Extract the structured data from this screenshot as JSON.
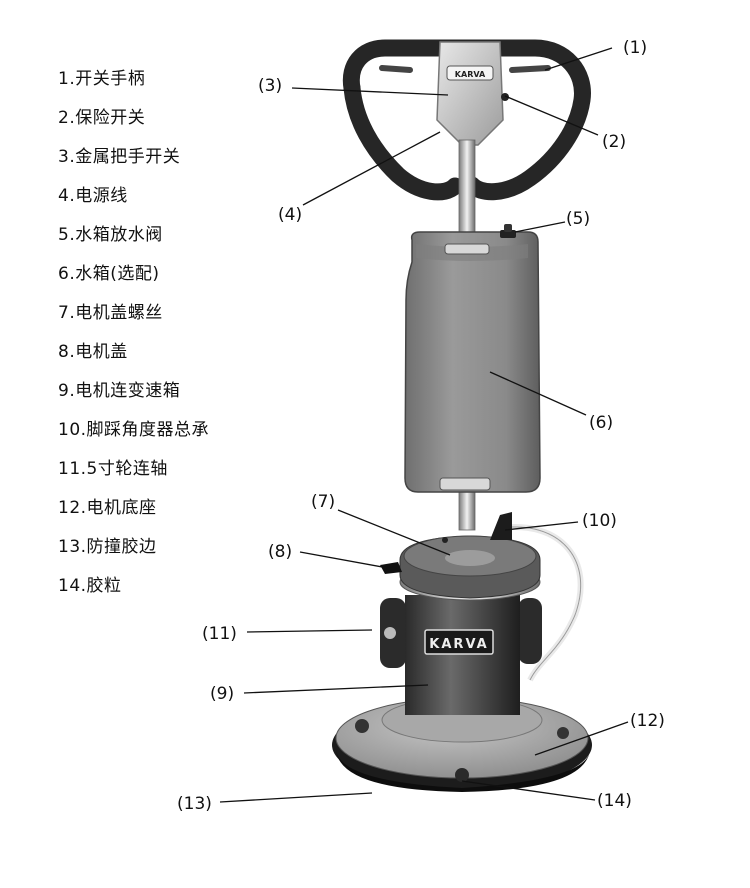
{
  "legend": [
    "1.开关手柄",
    "2.保险开关",
    "3.金属把手开关",
    "4.电源线",
    "5.水箱放水阀",
    "6.水箱(选配)",
    "7.电机盖螺丝",
    "8.电机盖",
    "9.电机连变速箱",
    "10.脚踩角度器总承",
    "11.5寸轮连轴",
    "12.电机底座",
    "13.防撞胶边",
    "14.胶粒"
  ],
  "callouts": {
    "c1": "(1)",
    "c2": "(2)",
    "c3": "(3)",
    "c4": "(4)",
    "c5": "(5)",
    "c6": "(6)",
    "c7": "(7)",
    "c8": "(8)",
    "c9": "(9)",
    "c10": "(10)",
    "c11": "(11)",
    "c12": "(12)",
    "c13": "(13)",
    "c14": "(14)"
  },
  "brand": "KARVA"
}
